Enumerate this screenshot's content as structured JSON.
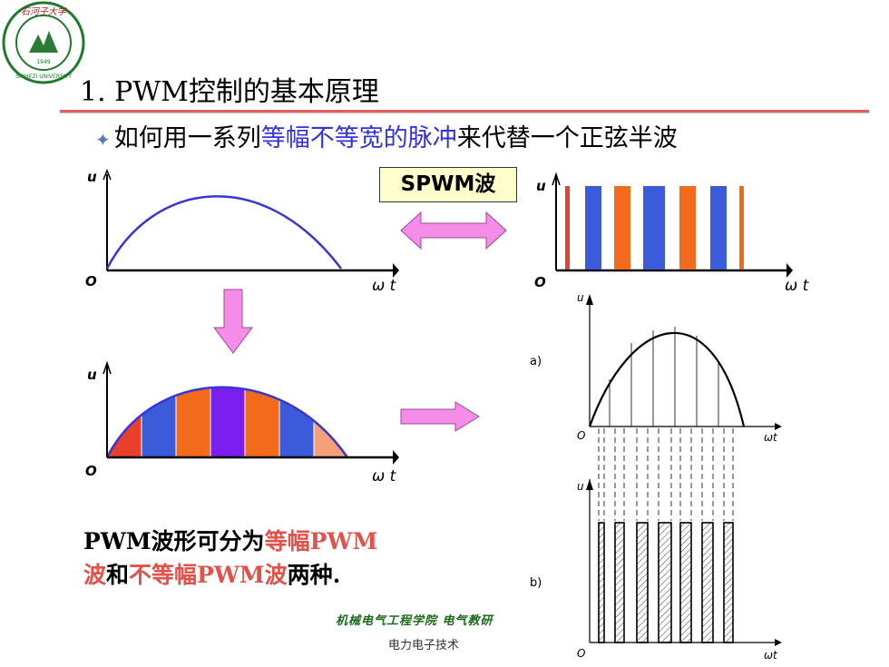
{
  "logo": {
    "year": "1949",
    "ring_text": "SHIHEZI UNIVERSITY",
    "top_text": "石河子大学"
  },
  "title": "1. PWM控制的基本原理",
  "bullet": {
    "part1": "如何用一系列",
    "highlight": "等幅不等宽的脉冲",
    "part2": "来代替一个正弦半波"
  },
  "spwm_label": "SPWM波",
  "plots": {
    "u_label": "u",
    "origin_label": "O",
    "wt_label": "ω t"
  },
  "right_figure": {
    "panel_a_label": "a)",
    "panel_b_label": "b)",
    "u_label": "u",
    "origin_label": "O",
    "wt_label": "ωt"
  },
  "summary": {
    "s1": "PWM波形可分为",
    "s2": "等幅PWM波",
    "s3": "和",
    "s4": "不等幅PWM波",
    "s5": "两种."
  },
  "footer": {
    "dept": "机械电气工程学院 电气教研",
    "course": "电力电子技术"
  },
  "colors": {
    "blue": "#3b5bdb",
    "orange": "#f26a1b",
    "red": "#e8402a",
    "purple": "#7b1ff0",
    "salmon": "#f4a07a",
    "arrow_pink": "#f48ce8",
    "accent_red": "#e2524a"
  }
}
